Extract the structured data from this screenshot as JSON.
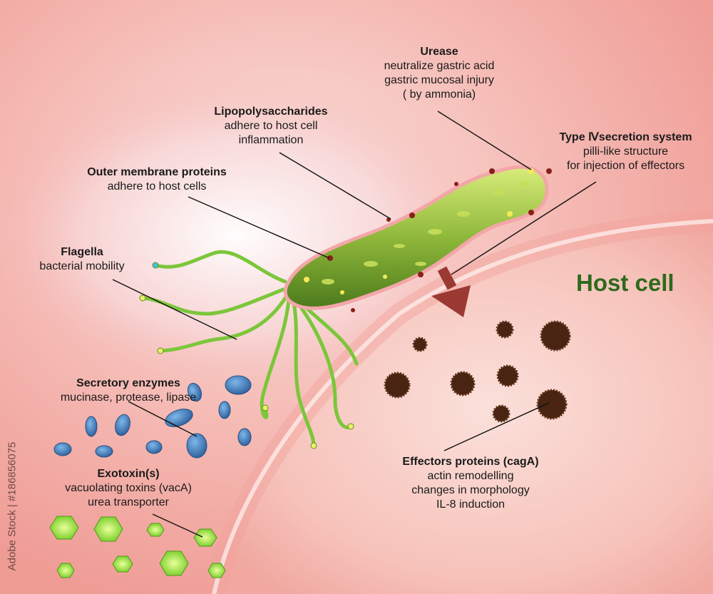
{
  "host_cell_title": "Host cell",
  "watermark": "Adobe Stock | #186856075",
  "labels": {
    "urease": {
      "title": "Urease",
      "lines": [
        "neutralize gastric acid",
        "gastric mucosal injury",
        "( by ammonia)"
      ]
    },
    "lps": {
      "title": "Lipopolysaccharides",
      "lines": [
        "adhere to host cell",
        "inflammation"
      ]
    },
    "t4ss": {
      "title": "Type Ⅳsecretion system",
      "lines": [
        "pilli-like structure",
        "for injection of effectors"
      ]
    },
    "omp": {
      "title": "Outer membrane proteins",
      "lines": [
        "adhere to host cells"
      ]
    },
    "flagella": {
      "title": "Flagella",
      "lines": [
        "bacterial mobility"
      ]
    },
    "enzymes": {
      "title": "Secretory enzymes",
      "lines": [
        "mucinase, protease, lipase"
      ]
    },
    "exotoxins": {
      "title": "Exotoxin(s)",
      "lines": [
        "vacuolating toxins (vacA)",
        "urea transporter"
      ]
    },
    "effectors": {
      "title": "Effectors proteins (cagA)",
      "lines": [
        "actin remodelling",
        "changes in morphology",
        "IL-8 induction"
      ]
    }
  },
  "colors": {
    "mucosa": "#f4a7a2",
    "host_cell": "#f7c6bf",
    "bacterium": "#8fb83a",
    "enzyme": "#3f7fc0",
    "toxin": "#9be83a",
    "effector": "#5a3018",
    "title_green": "#2e6a1d",
    "arrow": "#9a3a32"
  }
}
